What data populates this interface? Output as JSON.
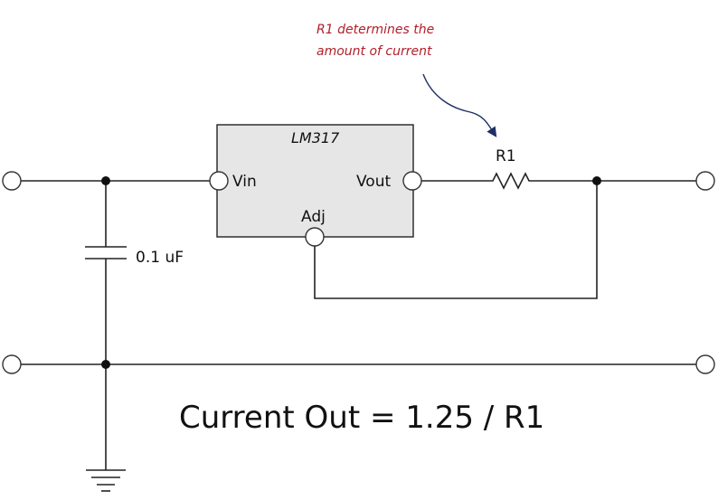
{
  "annotation": {
    "line1": "R1 determines the",
    "line2": "amount of current"
  },
  "regulator": {
    "name": "LM317",
    "vin_label": "Vin",
    "vout_label": "Vout",
    "adj_label": "Adj"
  },
  "resistor": {
    "label": "R1"
  },
  "capacitor": {
    "label": "0.1 uF"
  },
  "formula": "Current Out = 1.25 / R1",
  "colors": {
    "chip_fill": "#e6e6e6",
    "annotation_text": "#b0202a",
    "arrow": "#1f2f66"
  }
}
